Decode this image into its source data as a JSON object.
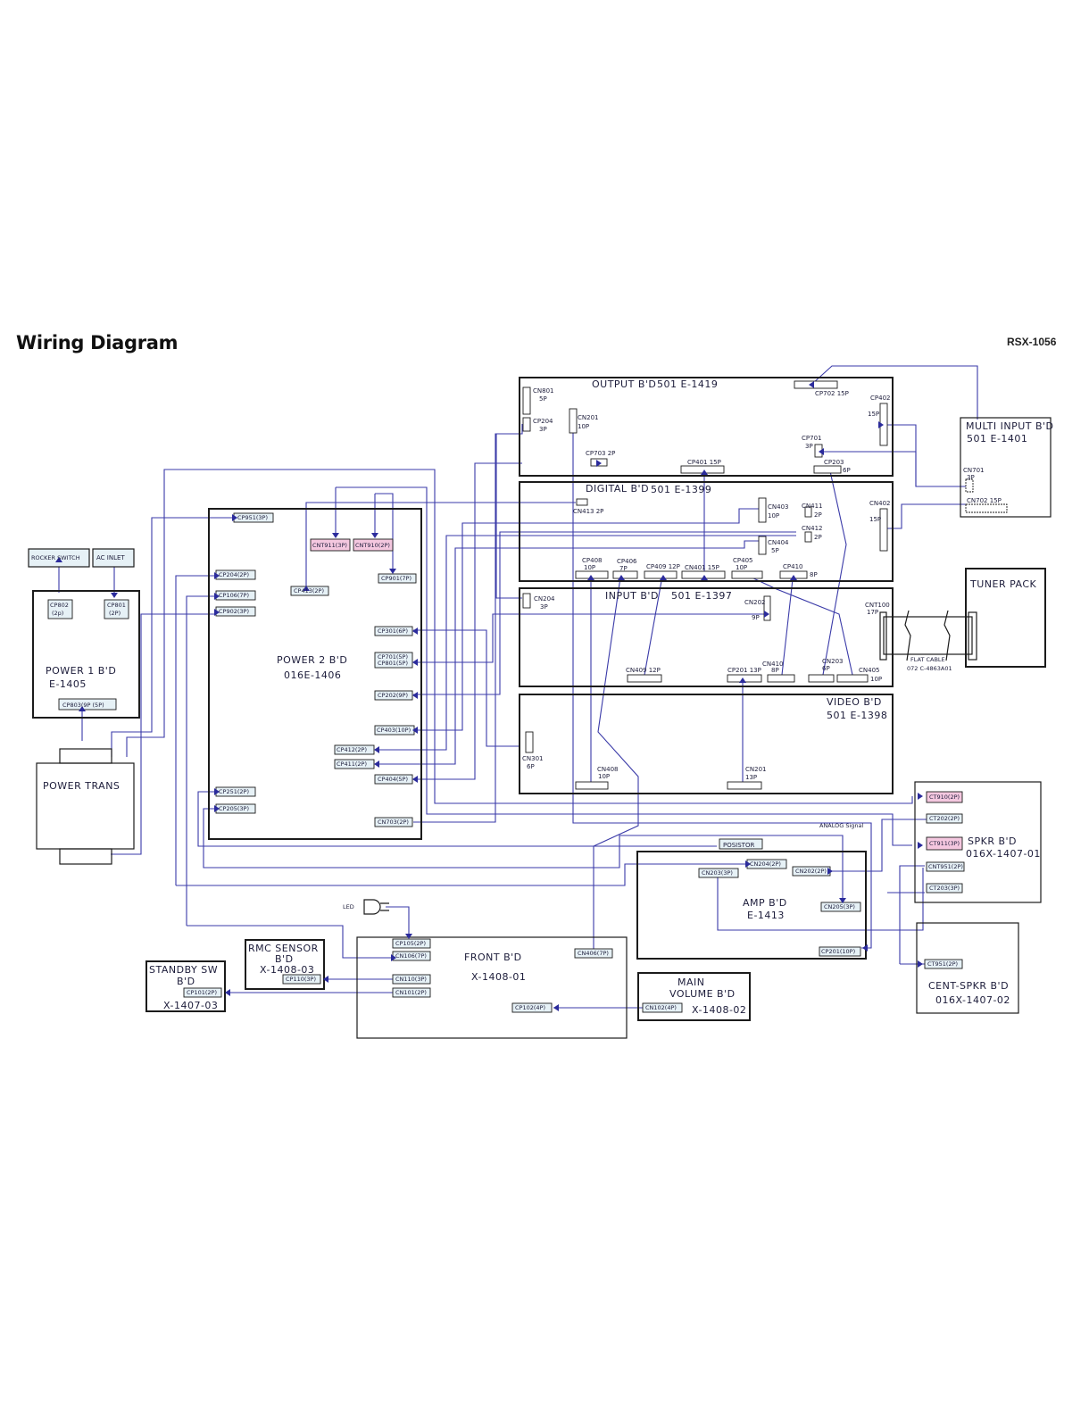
{
  "title": "Wiring Diagram",
  "model": "RSX-1056",
  "boards": {
    "output": {
      "name": "OUTPUT B'D",
      "part": "501 E-1419"
    },
    "digital": {
      "name": "DIGITAL B'D",
      "part": "501 E-1399"
    },
    "input": {
      "name": "INPUT B'D",
      "part": "501 E-1397"
    },
    "video": {
      "name": "VIDEO B'D",
      "part": "501 E-1398"
    },
    "multi_input": {
      "name": "MULTI INPUT B'D",
      "part": "501 E-1401"
    },
    "tuner": {
      "name": "TUNER PACK"
    },
    "power1": {
      "name": "POWER 1 B'D",
      "part": "E-1405"
    },
    "power2": {
      "name": "POWER 2 B'D",
      "part": "016E-1406"
    },
    "power_trans": {
      "name": "POWER TRANS"
    },
    "rocker": {
      "name": "ROCKER SWITCH"
    },
    "ac_inlet": {
      "name": "AC INLET"
    },
    "spkr": {
      "name": "SPKR B'D",
      "part": "016X-1407-01"
    },
    "cent_spkr": {
      "name": "CENT-SPKR B'D",
      "part": "016X-1407-02"
    },
    "amp": {
      "name": "AMP B'D",
      "part": "E-1413"
    },
    "front": {
      "name": "FRONT B'D",
      "part": "X-1408-01"
    },
    "main_volume": {
      "name1": "MAIN",
      "name2": "VOLUME B'D",
      "part": "X-1408-02"
    },
    "rmc": {
      "name1": "RMC SENSOR",
      "name2": "B'D",
      "part": "X-1408-03"
    },
    "standby": {
      "name1": "STANDBY SW",
      "name2": "B'D",
      "part": "X-1407-03"
    },
    "led": "LED",
    "posistor": "POSISTOR",
    "analog_signal": "ANALOG Signal",
    "flat_cable": {
      "line1": "FLAT CABLE",
      "line2": "072 C-4863A01"
    }
  },
  "connectors": {
    "cn801": "CN801",
    "cn801_p": "5P",
    "cp204_out": "CP204",
    "cp204_out_p": "3P",
    "cn201_out": "CN201",
    "cn201_out_p": "10P",
    "cp703": "CP703  2P",
    "cp401": "CP401 15P",
    "cp702": "CP702 15P",
    "cp402": "CP402",
    "cp402_p": "15P",
    "cp701": "CP701",
    "cp701_p": "3P",
    "cp203_out": "CP203",
    "cp203_out_p": "6P",
    "cn701": "CN701",
    "cn701_p": "3P",
    "cn702": "CN702 15P",
    "cn413": "CN413 2P",
    "cn403": "CN403",
    "cn403_p": "10P",
    "cn411": "CN411",
    "cn411_p": "2P",
    "cn412": "CN412",
    "cn412_p": "2P",
    "cn404": "CN404",
    "cn404_p": "5P",
    "cn402": "CN402",
    "cn402_p": "15P",
    "cp408": "CP408",
    "cp408_p": "10P",
    "cp406": "CP406",
    "cp406_p": "7P",
    "cp409": "CP409 12P",
    "cn401": "CN401 15P",
    "cp405": "CP405",
    "cp405_p": "10P",
    "cp410": "CP410",
    "cp410_p": "8P",
    "cn204_in": "CN204",
    "cn204_in_p": "3P",
    "cn202_in": "CN202",
    "cn202_in_p": "9P",
    "cnt100": "CNT100",
    "cnt100_p": "17P",
    "cn409": "CN409  12P",
    "cp201": "CP201 13P",
    "cn410": "CN410",
    "cn410_p": "8P",
    "cn203_in": "CN203",
    "cn203_in_p": "6P",
    "cn405": "CN405",
    "cn405_p": "10P",
    "cn301": "CN301",
    "cn301_p": "6P",
    "cn408": "CN408",
    "cn408_p": "10P",
    "cn201_vid": "CN201",
    "cn201_vid_p": "13P",
    "cp802": "CP802",
    "cp802_p": "(2p)",
    "cp801": "CP801",
    "cp801_p": "(2P)",
    "cp803": "CP803(9P (5P)",
    "cp951": "CP951(3P)",
    "cnt911": "CNT911(3P)",
    "cnt910": "CNT910(2P)",
    "cp204_p2": "CP204(2P)",
    "cp106": "CP106(7P)",
    "cp902": "CP902(3P)",
    "cp413": "CP413(2P)",
    "cp901": "CP901(7P)",
    "cp301": "CP301(6P)",
    "cp701_p2": "CP701(5P)",
    "cp801_p2": "CP801(5P)",
    "cp202": "CP202(9P)",
    "cp403": "CP403(10P)",
    "cp412": "CP412(2P)",
    "cp411": "CP411(2P)",
    "cp404": "CP404(5P)",
    "cp251": "CP251(2P)",
    "cp205": "CP205(3P)",
    "cn703": "CN703(2P)",
    "ct910": "CT910(2P)",
    "ct202": "CT202(2P)",
    "ct911": "CT911(3P)",
    "cnt951": "CNT951(2P)",
    "ct203": "CT203(3P)",
    "ct951": "CT951(2P)",
    "cn204_amp": "CN204(2P)",
    "cn203_amp": "CN203(3P)",
    "cn202_amp": "CN202(2P)",
    "cn205_amp": "CN205(3P)",
    "cp201_amp": "CP201(10P)",
    "cp105": "CP105(2P)",
    "cn106": "CN106(7P)",
    "cn110": "CN110(3P)",
    "cn101": "CN101(2P)",
    "cn406": "CN406(7P)",
    "cp102": "CP102(4P)",
    "cn102": "CN102(4P)",
    "cp110": "CP110(3P)",
    "cp101": "CP101(2P)"
  },
  "colors": {
    "wire": "#3a3aa8",
    "board_outline": "#1b1b1b",
    "connector_fill": "#e6f1f6",
    "connector_pink": "#f4c7df"
  }
}
